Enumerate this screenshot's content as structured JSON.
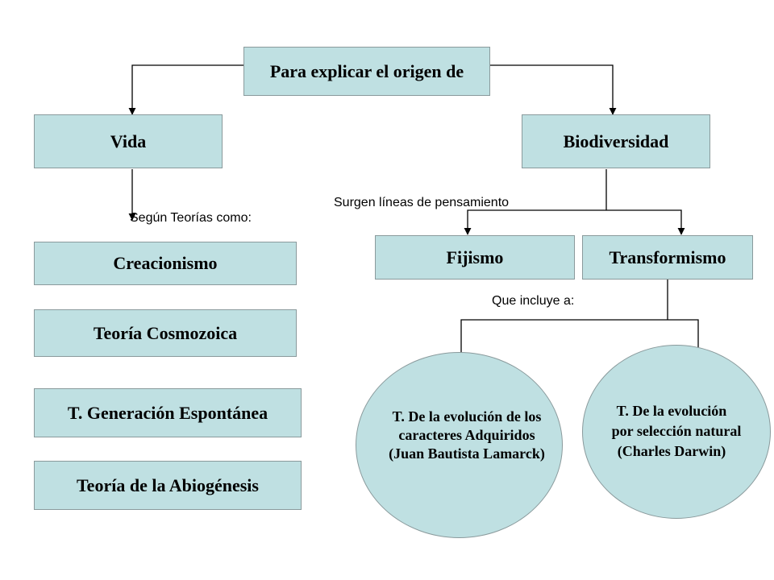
{
  "root": {
    "label": "Para explicar el origen de"
  },
  "branches": {
    "vida": {
      "label": "Vida"
    },
    "biodiversidad": {
      "label": "Biodiversidad"
    }
  },
  "vida_connector_label": "Según Teorías como:",
  "vida_theories": [
    {
      "label": "Creacionismo"
    },
    {
      "label": "Teoría Cosmozoica"
    },
    {
      "label": "T. Generación Espontánea"
    },
    {
      "label": "Teoría de la Abiogénesis"
    }
  ],
  "biodiversidad_connector_label": "Surgen líneas de pensamiento",
  "lines_of_thought": {
    "fijismo": {
      "label": "Fijismo"
    },
    "transformismo": {
      "label": "Transformismo"
    }
  },
  "transformismo_connector_label": "Que incluye a:",
  "evolution_theories": [
    {
      "lines": [
        "T. De la evolución de los",
        "caracteres Adquiridos",
        "(Juan Bautista Lamarck)"
      ]
    },
    {
      "lines": [
        "T. De la evolución",
        "por selección natural",
        "(Charles Darwin)"
      ]
    }
  ],
  "colors": {
    "box_fill": "#bfe0e2",
    "box_border": "#8a9a9c",
    "connector": "#000000"
  }
}
